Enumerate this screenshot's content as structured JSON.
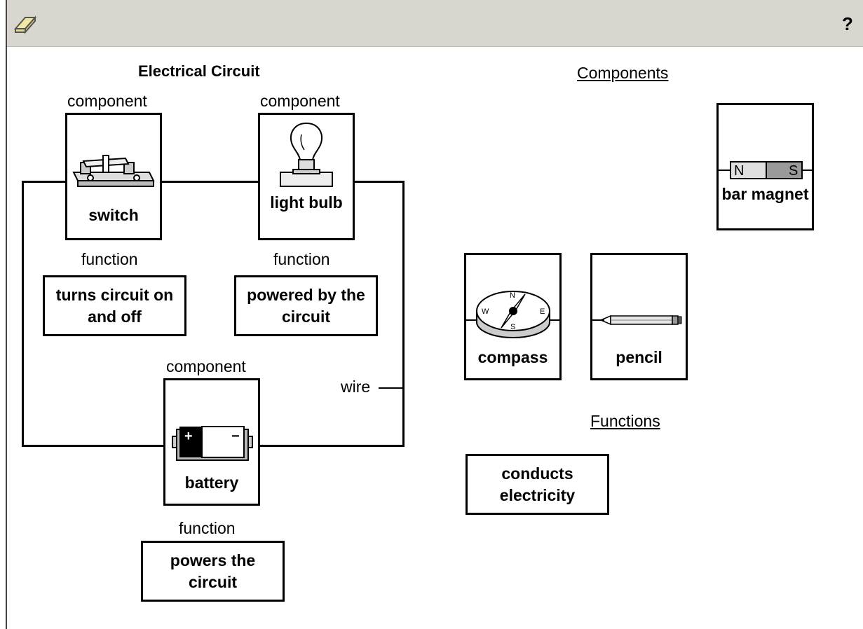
{
  "toolbar": {
    "eraser_icon": "eraser-icon",
    "help_label": "?"
  },
  "diagram": {
    "title": "Electrical Circuit",
    "switch": {
      "component_label": "component",
      "name": "switch",
      "function_label": "function",
      "function": "turns circuit on and off"
    },
    "bulb": {
      "component_label": "component",
      "name": "light bulb",
      "function_label": "function",
      "function": "powered by the circuit"
    },
    "battery": {
      "component_label": "component",
      "name": "battery",
      "function_label": "function",
      "function": "powers the circuit",
      "plus": "+",
      "minus": "−"
    },
    "wire_label": "wire"
  },
  "components": {
    "heading": "Components",
    "items": [
      {
        "name": "bar magnet",
        "n": "N",
        "s": "S"
      },
      {
        "name": "compass",
        "n": "N",
        "s": "S",
        "e": "E",
        "w": "W"
      },
      {
        "name": "pencil"
      }
    ]
  },
  "functions": {
    "heading": "Functions",
    "items": [
      {
        "text": "conducts electricity"
      }
    ]
  }
}
